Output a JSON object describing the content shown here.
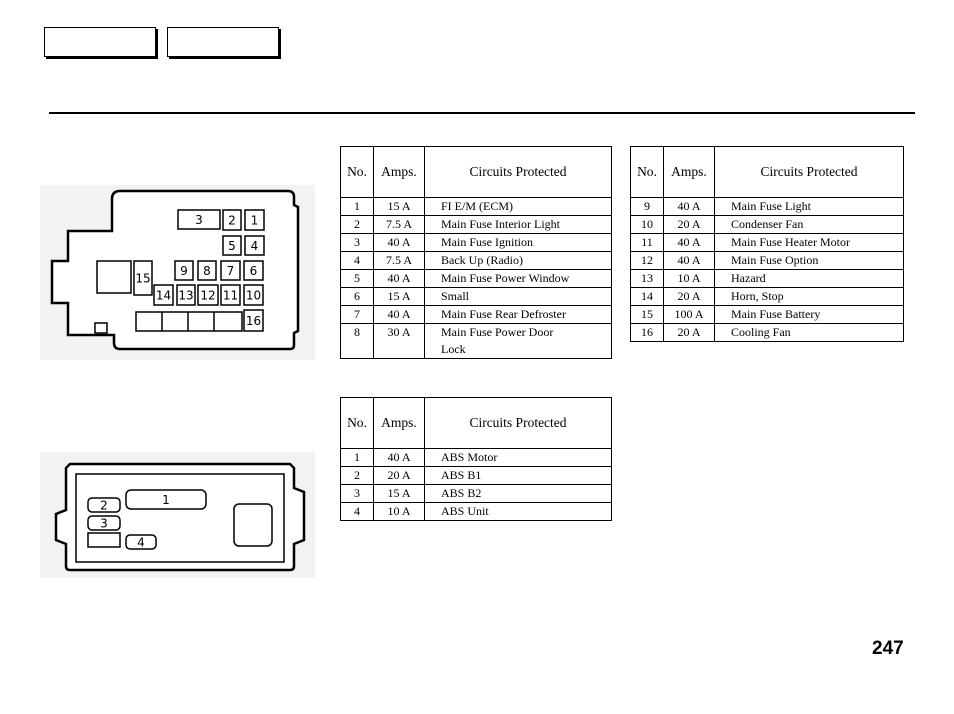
{
  "page_number": "247",
  "headers": {
    "no": "No.",
    "amps": "Amps.",
    "circuits": "Circuits Protected"
  },
  "table1": [
    {
      "no": "1",
      "amps": "15 A",
      "circuit": "FI E/M (ECM)"
    },
    {
      "no": "2",
      "amps": "7.5 A",
      "circuit": "Main Fuse Interior Light"
    },
    {
      "no": "3",
      "amps": "40 A",
      "circuit": "Main Fuse Ignition"
    },
    {
      "no": "4",
      "amps": "7.5 A",
      "circuit": "Back Up (Radio)"
    },
    {
      "no": "5",
      "amps": "40 A",
      "circuit": "Main Fuse Power Window"
    },
    {
      "no": "6",
      "amps": "15 A",
      "circuit": "Small"
    },
    {
      "no": "7",
      "amps": "40 A",
      "circuit": "Main Fuse Rear Defroster"
    },
    {
      "no": "8",
      "amps": "30 A",
      "circuit": "Main Fuse Power Door",
      "circuit2": "Lock"
    }
  ],
  "table2": [
    {
      "no": "9",
      "amps": "40 A",
      "circuit": "Main Fuse Light"
    },
    {
      "no": "10",
      "amps": "20 A",
      "circuit": "Condenser Fan"
    },
    {
      "no": "11",
      "amps": "40 A",
      "circuit": "Main Fuse Heater Motor"
    },
    {
      "no": "12",
      "amps": "40 A",
      "circuit": "Main Fuse Option"
    },
    {
      "no": "13",
      "amps": "10 A",
      "circuit": "Hazard"
    },
    {
      "no": "14",
      "amps": "20 A",
      "circuit": "Horn, Stop"
    },
    {
      "no": "15",
      "amps": "100 A",
      "circuit": "Main Fuse Battery"
    },
    {
      "no": "16",
      "amps": "20 A",
      "circuit": "Cooling Fan"
    }
  ],
  "table3": [
    {
      "no": "1",
      "amps": "40 A",
      "circuit": "ABS Motor"
    },
    {
      "no": "2",
      "amps": "20 A",
      "circuit": "ABS B1"
    },
    {
      "no": "3",
      "amps": "15 A",
      "circuit": "ABS B2"
    },
    {
      "no": "4",
      "amps": "10 A",
      "circuit": "ABS Unit"
    }
  ],
  "diagram1_labels": [
    "3",
    "2",
    "1",
    "5",
    "4",
    "9",
    "8",
    "7",
    "6",
    "15",
    "14",
    "13",
    "12",
    "11",
    "10",
    "16"
  ],
  "diagram2_labels": [
    "1",
    "2",
    "3",
    "4"
  ]
}
